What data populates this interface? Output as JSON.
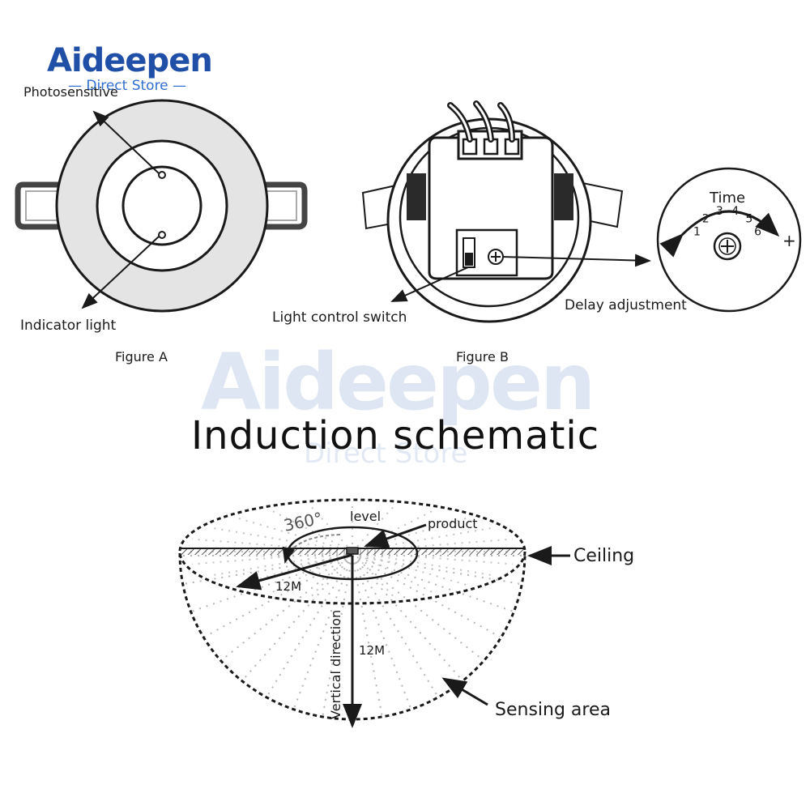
{
  "logo": {
    "brand": "Aideepen",
    "tagline": "Direct Store"
  },
  "figure_a": {
    "photosensitive_label": "Photosensitive",
    "indicator_label": "Indicator light",
    "caption": "Figure A"
  },
  "figure_b": {
    "light_switch_label": "Light control switch",
    "delay_label": "Delay adjustment",
    "caption": "Figure B",
    "dial": {
      "title": "Time",
      "minus": "-",
      "plus": "+",
      "numbers": [
        "1",
        "2",
        "3",
        "4",
        "5",
        "6"
      ]
    }
  },
  "schematic": {
    "title": "Induction schematic",
    "angle_label": "360°",
    "level_label": "level",
    "product_label": "product",
    "ceiling_label": "Ceiling",
    "radius_label": "12M",
    "depth_label": "12M",
    "vertical_label": "Vertical direction",
    "sensing_label": "Sensing area"
  },
  "colors": {
    "line": "#1a1a1a",
    "ring_fill": "#e4e4e4",
    "brand_blue": "#1f4fa6"
  }
}
